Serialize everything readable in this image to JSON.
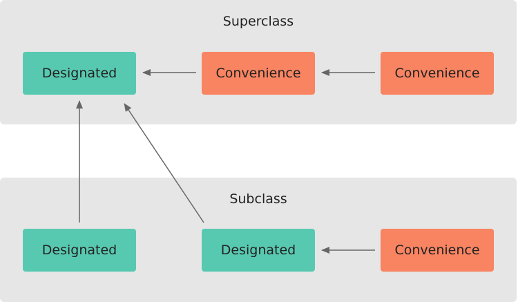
{
  "superclass": {
    "title": "Superclass",
    "nodes": [
      {
        "label": "Designated",
        "kind": "designated"
      },
      {
        "label": "Convenience",
        "kind": "convenience"
      },
      {
        "label": "Convenience",
        "kind": "convenience"
      }
    ]
  },
  "subclass": {
    "title": "Subclass",
    "nodes": [
      {
        "label": "Designated",
        "kind": "designated"
      },
      {
        "label": "Designated",
        "kind": "designated"
      },
      {
        "label": "Convenience",
        "kind": "convenience"
      }
    ]
  },
  "colors": {
    "panel": "#e6e6e6",
    "designated": "#58c9b1",
    "convenience": "#f88461",
    "arrow": "#666666",
    "text": "#222222"
  }
}
